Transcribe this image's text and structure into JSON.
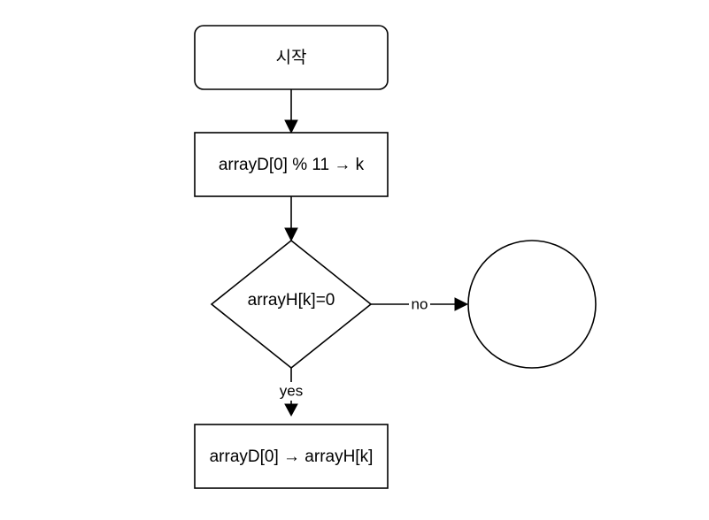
{
  "nodes": {
    "start": {
      "label": "시작"
    },
    "compute": {
      "label": "arrayD[0]  % 11 → k"
    },
    "decision": {
      "label": "arrayH[k]=0"
    },
    "assign": {
      "label": "arrayD[0] → arrayH[k]"
    },
    "connector": {
      "label": ""
    }
  },
  "edges": {
    "no_label": "no",
    "yes_label": "yes"
  },
  "colors": {
    "stroke": "#000000",
    "fill": "#ffffff",
    "background": "#ffffff"
  }
}
